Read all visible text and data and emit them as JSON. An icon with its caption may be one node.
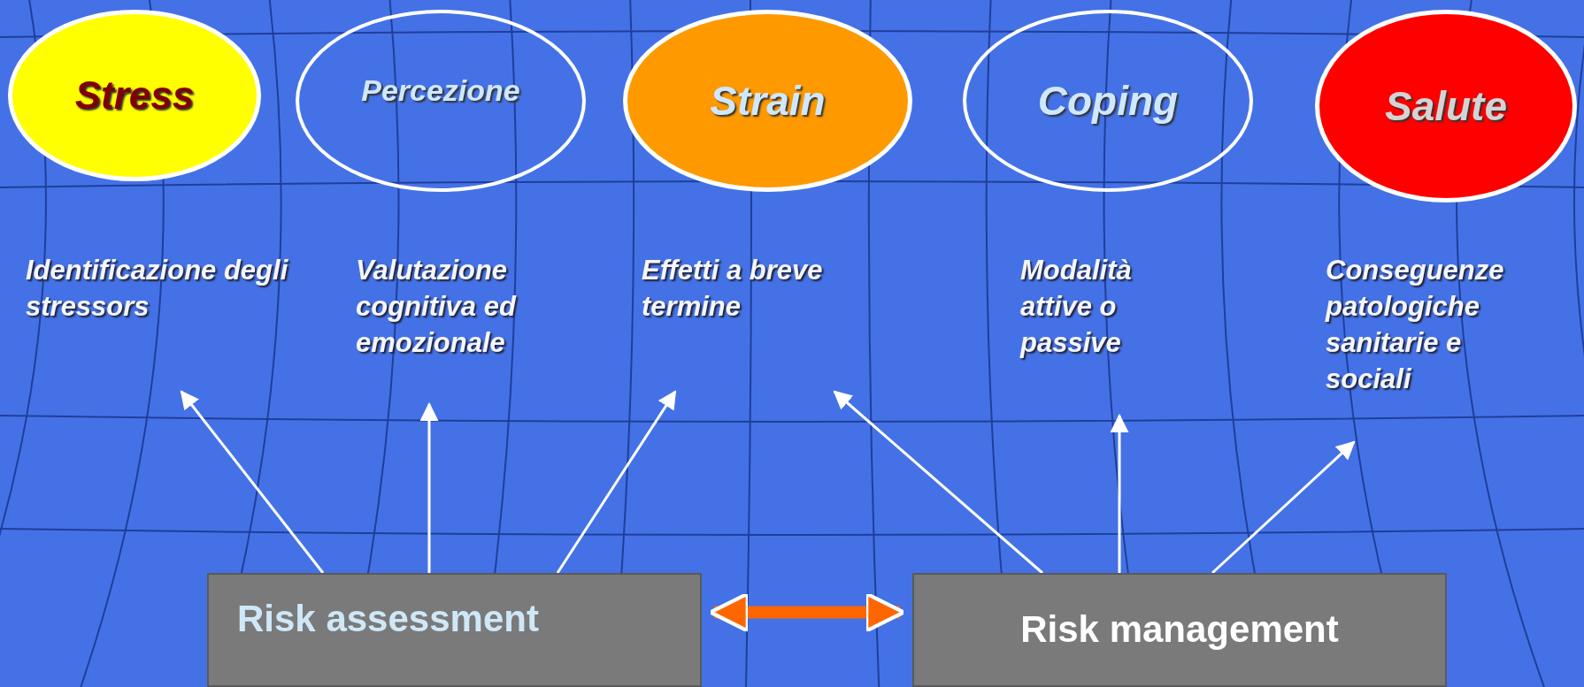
{
  "diagram": {
    "nodes": [
      {
        "text": [
          "Stress"
        ]
      },
      {
        "text": [
          "Percezione"
        ]
      },
      {
        "text": [
          "Strain"
        ]
      },
      {
        "text": [
          "Coping"
        ]
      },
      {
        "text": [
          "Salute"
        ]
      },
      {
        "text": [
          "Identificazione degli stressors"
        ]
      },
      {
        "text": [
          "Valutazione cognitiva ed emozionale"
        ]
      },
      {
        "text": [
          "Effetti a breve termine"
        ]
      },
      {
        "text": [
          "Modalità attive o passive"
        ]
      },
      {
        "text": [
          "Conseguenze patologiche sanitarie e sociali"
        ]
      },
      {
        "text": [
          "Risk assessment"
        ]
      },
      {
        "text": [
          "Risk management"
        ]
      }
    ],
    "edges": [
      {
        "from": 10,
        "to": 5,
        "arrow": "to"
      },
      {
        "from": 10,
        "to": 6,
        "arrow": "to"
      },
      {
        "from": 10,
        "to": 7,
        "arrow": "to"
      },
      {
        "from": 11,
        "to": 7,
        "arrow": "to"
      },
      {
        "from": 11,
        "to": 8,
        "arrow": "to"
      },
      {
        "from": 11,
        "to": 9,
        "arrow": "to"
      },
      {
        "from": 10,
        "to": 11,
        "arrow": "both",
        "style": "thick",
        "color": "#ff6600"
      }
    ]
  }
}
